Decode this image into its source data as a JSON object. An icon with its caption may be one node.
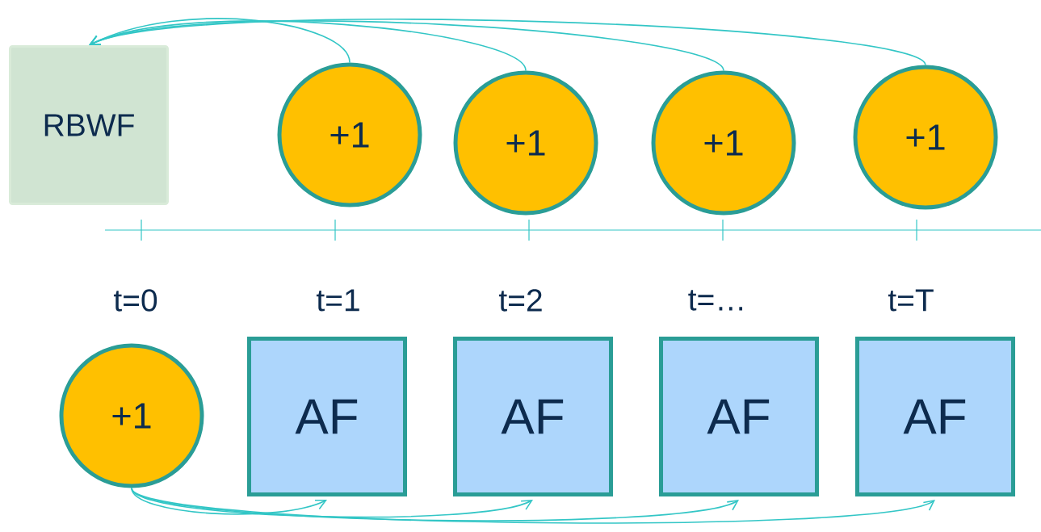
{
  "diagram": {
    "nodes": [
      {
        "text": [
          "RBWF"
        ]
      },
      {
        "text": [
          "+1"
        ]
      },
      {
        "text": [
          "+1"
        ]
      },
      {
        "text": [
          "+1"
        ]
      },
      {
        "text": [
          "+1"
        ]
      },
      {
        "text": [
          "+1"
        ]
      },
      {
        "text": [
          "AF"
        ]
      },
      {
        "text": [
          "AF"
        ]
      },
      {
        "text": [
          "AF"
        ]
      },
      {
        "text": [
          "AF"
        ]
      }
    ],
    "edges": [
      {
        "from": 1,
        "to": 0,
        "arrow": "to"
      },
      {
        "from": 2,
        "to": 0,
        "arrow": "to"
      },
      {
        "from": 3,
        "to": 0,
        "arrow": "to"
      },
      {
        "from": 4,
        "to": 0,
        "arrow": "to"
      },
      {
        "from": 5,
        "to": 6,
        "arrow": "to"
      },
      {
        "from": 5,
        "to": 7,
        "arrow": "to"
      },
      {
        "from": 5,
        "to": 8,
        "arrow": "to"
      },
      {
        "from": 5,
        "to": 9,
        "arrow": "to"
      }
    ],
    "labels": [
      "t=0",
      "t=1",
      "t=2",
      "t=…",
      "t=T"
    ]
  }
}
